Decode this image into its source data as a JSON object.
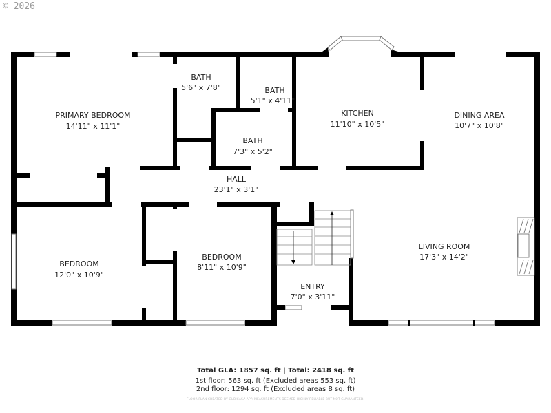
{
  "watermark": "© 2026",
  "rooms": {
    "primary_bedroom": {
      "name": "PRIMARY BEDROOM",
      "size": "14'11\" x 11'1\""
    },
    "bath1": {
      "name": "BATH",
      "size": "5'6\" x 7'8\""
    },
    "bath2": {
      "name": "BATH",
      "size": "5'1\" x 4'11\""
    },
    "bath3": {
      "name": "BATH",
      "size": "7'3\" x 5'2\""
    },
    "kitchen": {
      "name": "KITCHEN",
      "size": "11'10\" x 10'5\""
    },
    "dining": {
      "name": "DINING AREA",
      "size": "10'7\" x 10'8\""
    },
    "hall": {
      "name": "HALL",
      "size": "23'1\" x 3'1\""
    },
    "bedroom1": {
      "name": "BEDROOM",
      "size": "12'0\" x 10'9\""
    },
    "bedroom2": {
      "name": "BEDROOM",
      "size": "8'11\" x 10'9\""
    },
    "living": {
      "name": "LIVING ROOM",
      "size": "17'3\" x 14'2\""
    },
    "entry": {
      "name": "ENTRY",
      "size": "7'0\" x 3'11\""
    }
  },
  "footer": {
    "totals": "Total GLA: 1857 sq. ft | Total: 2418 sq. ft",
    "floor1": "1st floor: 563 sq. ft (Excluded areas 553 sq. ft)",
    "floor2": "2nd floor: 1294 sq. ft (Excluded areas 8 sq. ft)",
    "disclaimer": "FLOOR PLAN CREATED BY CUBICASA APP. MEASUREMENTS DEEMED HIGHLY RELIABLE BUT NOT GUARANTEED."
  }
}
